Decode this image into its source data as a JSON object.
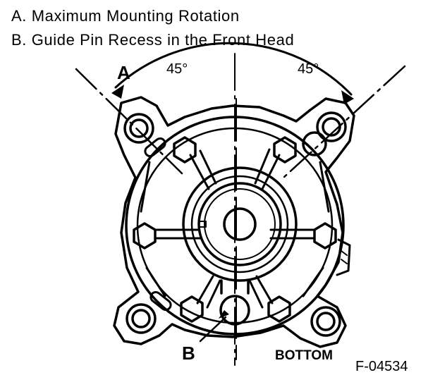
{
  "legend": {
    "item_a": "A.  Maximum Mounting Rotation",
    "item_b": "B.  Guide Pin Recess in the Front Head"
  },
  "callouts": {
    "label_a": "A",
    "label_b": "B",
    "angle_left": "45°",
    "angle_right": "45°",
    "bottom": "BOTTOM",
    "figure_id": "F-04534"
  }
}
